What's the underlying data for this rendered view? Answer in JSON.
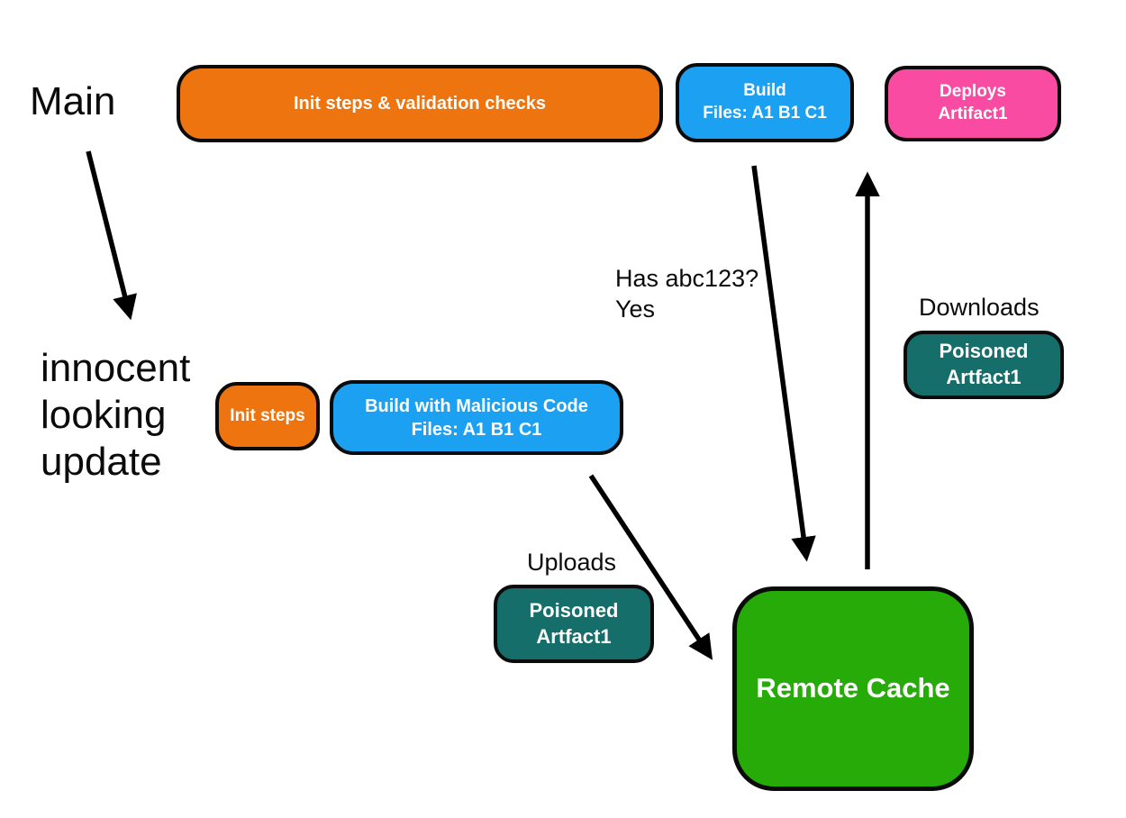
{
  "colors": {
    "orange": "#EE7410",
    "blue": "#1BA0F2",
    "pink": "#FA4BA2",
    "teal": "#156E6A",
    "green": "#26AB08",
    "arrow": "#000000",
    "border": "#0B0B0B"
  },
  "labels": {
    "main": "Main",
    "innocent_lines": [
      "innocent",
      "looking",
      "update"
    ],
    "has_abc_lines": [
      "Has abc123?",
      "Yes"
    ],
    "downloads": "Downloads",
    "uploads": "Uploads"
  },
  "nodes": {
    "init_validation": {
      "label": "Init steps & validation checks"
    },
    "build": {
      "lines": [
        "Build",
        "Files: A1 B1 C1"
      ]
    },
    "deploys": {
      "lines": [
        "Deploys",
        "Artifact1"
      ]
    },
    "init_steps": {
      "label": "Init steps"
    },
    "build_malicious": {
      "lines": [
        "Build with Malicious Code",
        "Files: A1 B1 C1"
      ]
    },
    "poisoned_download": {
      "lines": [
        "Poisoned",
        "Artfact1"
      ]
    },
    "poisoned_upload": {
      "lines": [
        "Poisoned",
        "Artfact1"
      ]
    },
    "remote_cache": {
      "label": "Remote Cache"
    }
  }
}
